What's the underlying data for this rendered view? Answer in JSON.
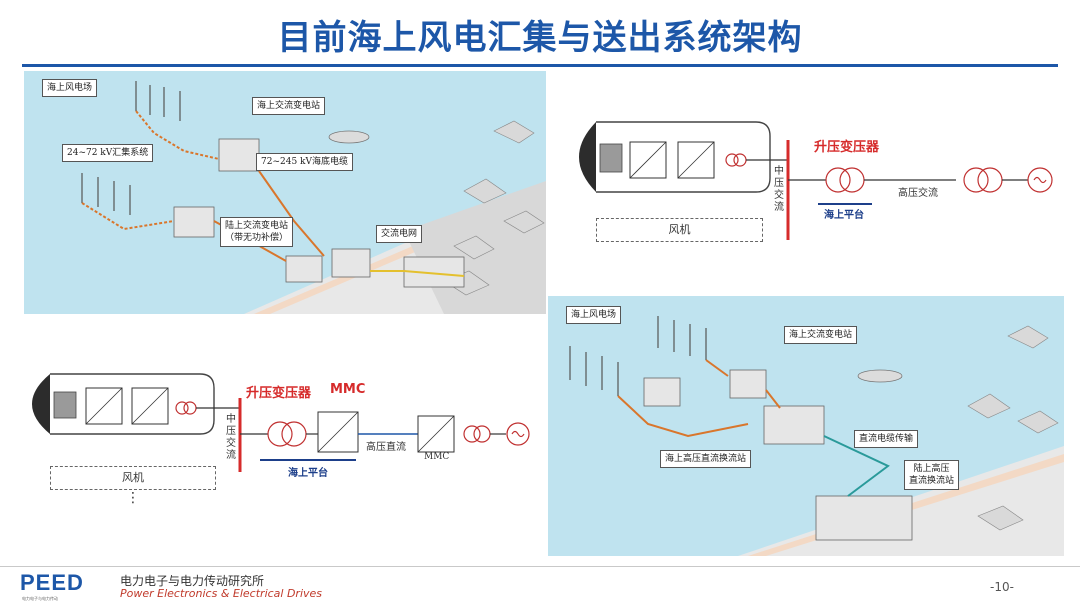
{
  "title": "目前海上风电汇集与送出系统架构",
  "panel_ac_map": {
    "labels": {
      "wind_farm": "海上风电场",
      "offshore_ac_substation": "海上交流变电站",
      "collection": "24~72 kV汇集系统",
      "submarine_cable": "72~245 kV海底电缆",
      "onshore_substation_line1": "陆上交流变电站",
      "onshore_substation_line2": "（带无功补偿）",
      "ac_grid": "交流电网"
    }
  },
  "panel_ac_diagram": {
    "medium_voltage": "中压交流",
    "transformer": "升压变压器",
    "platform": "海上平台",
    "high_voltage_ac": "高压交流",
    "turbine": "风机"
  },
  "panel_dc_diagram": {
    "medium_voltage": "中压交流",
    "transformer": "升压变压器",
    "mmc": "MMC",
    "platform": "海上平台",
    "high_voltage_dc": "高压直流",
    "mmc_onshore": "MMC",
    "turbine": "风机",
    "ellipsis": "⋮"
  },
  "panel_dc_map": {
    "labels": {
      "wind_farm": "海上风电场",
      "offshore_ac_substation": "海上交流变电站",
      "offshore_hvdc_station": "海上高压直流换流站",
      "dc_cable": "直流电缆传输",
      "onshore_hvdc_line1": "陆上高压",
      "onshore_hvdc_line2": "直流换流站"
    }
  },
  "footer": {
    "logo": "PEED",
    "logo_sub": "电力电子与电力传动",
    "institute_cn": "电力电子与电力传动研究所",
    "institute_en": "Power Electronics & Electrical Drives",
    "page": "-10-"
  },
  "colors": {
    "title_blue": "#1d57a8",
    "red": "#d62b2b",
    "sea": "#bfe3ef",
    "cable_orange": "#d9762c",
    "cable_teal": "#2a9a9a"
  }
}
